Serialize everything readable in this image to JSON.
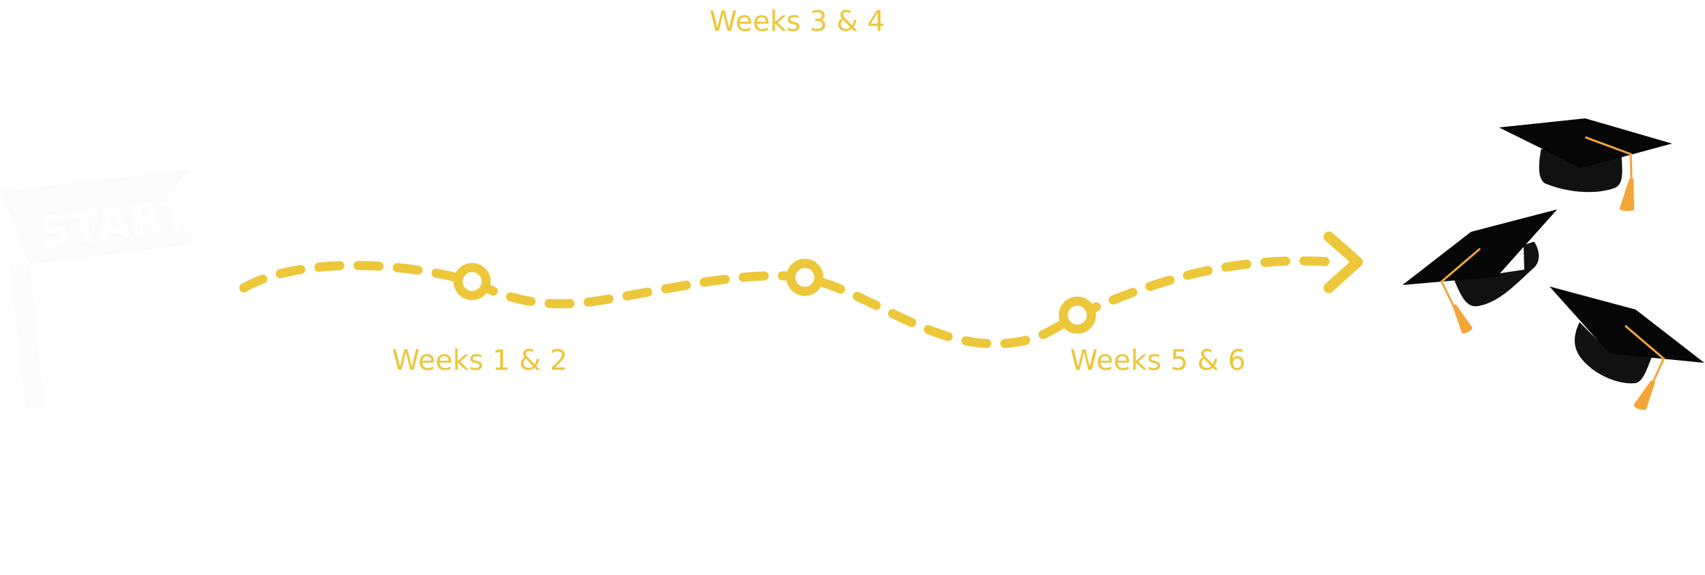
{
  "flag": {
    "text": "START"
  },
  "milestones": [
    {
      "label": "Weeks 1 & 2"
    },
    {
      "label": "Weeks 3 & 4"
    },
    {
      "label": "Weeks 5 & 6"
    }
  ],
  "colors": {
    "path": "#ecc73a",
    "cap": "#060606",
    "cap_skull": "#111111",
    "tassel": "#f4a53a",
    "flag": "#fbfbfb"
  }
}
